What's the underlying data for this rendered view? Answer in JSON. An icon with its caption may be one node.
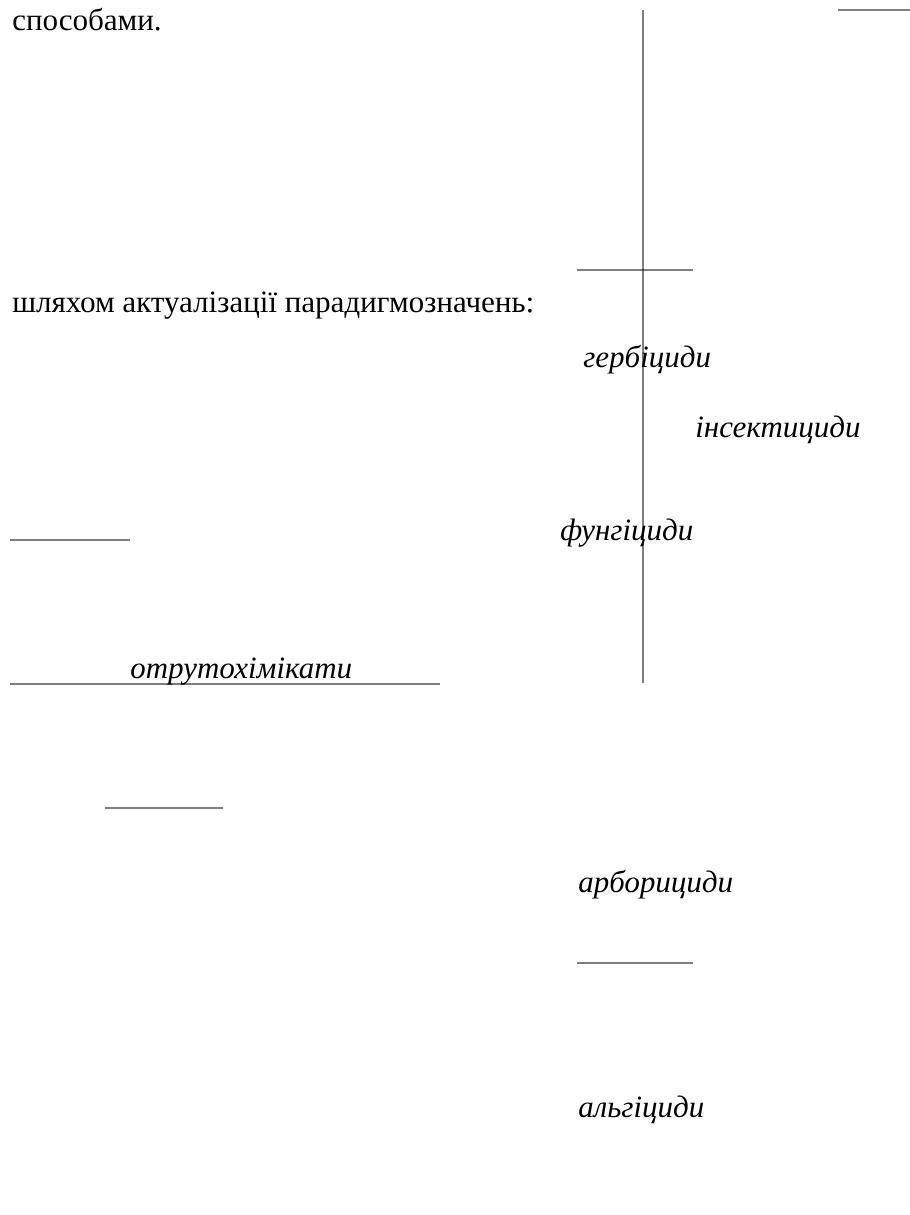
{
  "diagram": {
    "labels": [
      "способами.",
      "шляхом актуалізації парадигмозначень:",
      "гербіциди",
      "інсектициди",
      "фунгіциди",
      "отрутохімікати",
      "арборициди",
      "альгіциди"
    ]
  }
}
